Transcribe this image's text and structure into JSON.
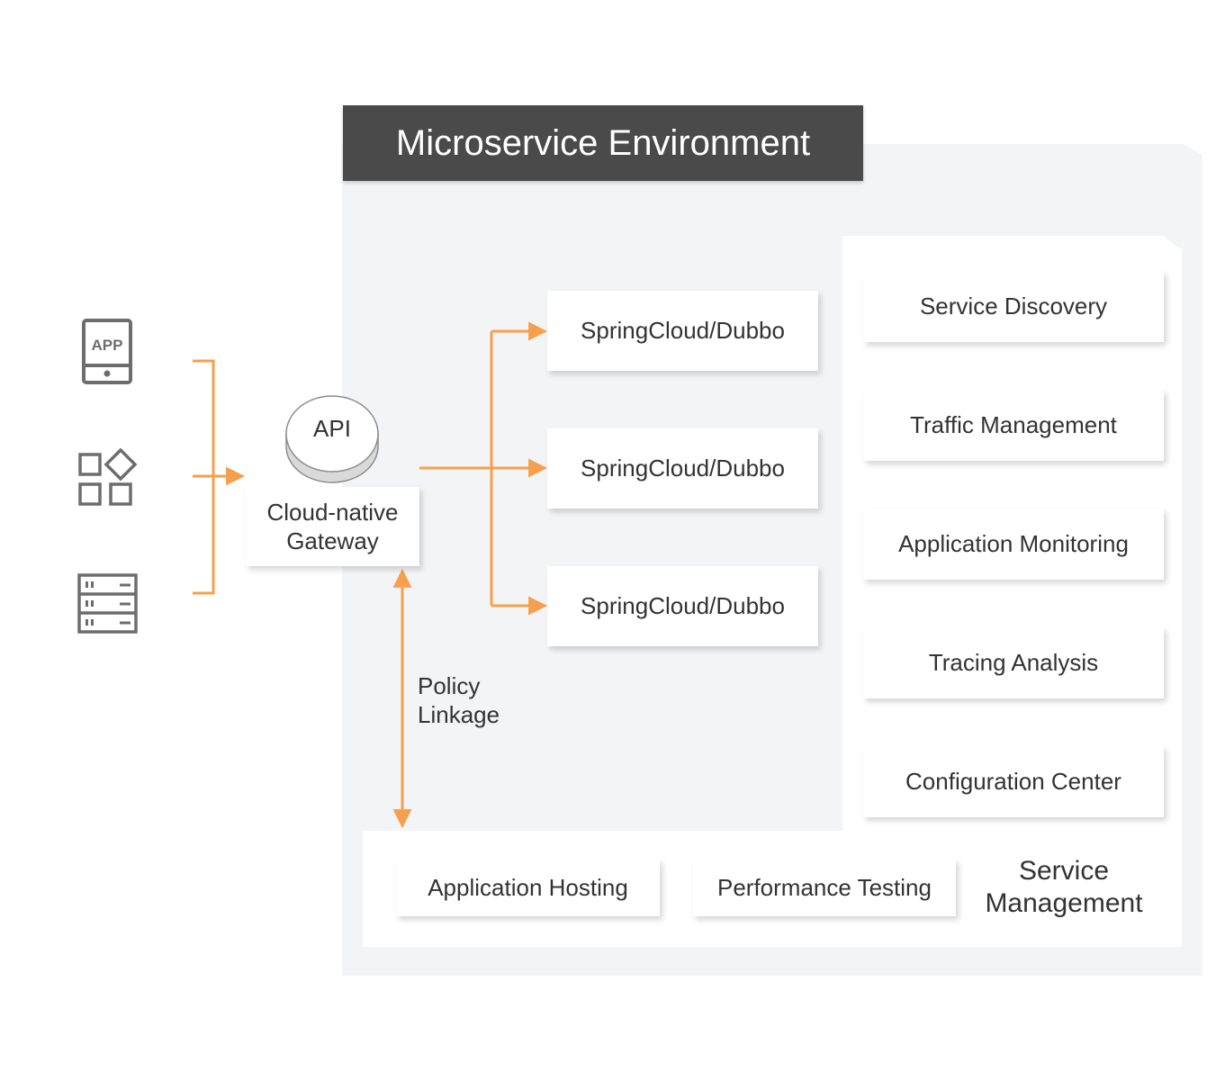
{
  "environment": {
    "title": "Microservice Environment"
  },
  "clients": {
    "app_icon_text": "APP",
    "icons": [
      "mobile-app-icon",
      "widgets-icon",
      "server-rack-icon"
    ]
  },
  "gateway": {
    "api_label": "API",
    "name": "Cloud-native Gateway"
  },
  "services": [
    {
      "label": "SpringCloud/Dubbo"
    },
    {
      "label": "SpringCloud/Dubbo"
    },
    {
      "label": "SpringCloud/Dubbo"
    }
  ],
  "policy_linkage": {
    "label": "Policy Linkage"
  },
  "management": {
    "items": [
      {
        "label": "Service Discovery"
      },
      {
        "label": "Traffic Management"
      },
      {
        "label": "Application Monitoring"
      },
      {
        "label": "Tracing Analysis"
      },
      {
        "label": "Configuration Center"
      }
    ]
  },
  "bottom": {
    "items": [
      {
        "label": "Application Hosting"
      },
      {
        "label": "Performance Testing"
      }
    ],
    "service_management_label": "Service Management"
  },
  "colors": {
    "arrow": "#f6a04d",
    "title_bg": "#4a4a4a",
    "panel_bg": "#f3f4f6",
    "icon": "#6d6d6d"
  }
}
